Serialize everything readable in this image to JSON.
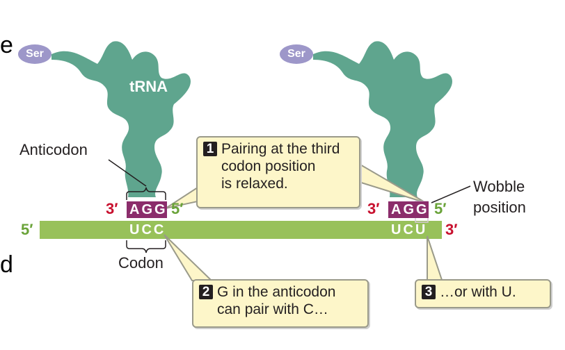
{
  "side_text": {
    "top": "e",
    "bottom": "d"
  },
  "trna_left": {
    "amino_acid": "Ser",
    "label": "tRNA",
    "anticodon": "AGG",
    "anticodon_3prime": "3′",
    "anticodon_5prime": "5′"
  },
  "trna_right": {
    "amino_acid": "Ser",
    "anticodon": "AGG",
    "anticodon_3prime": "3′",
    "anticodon_5prime": "5′"
  },
  "mrna": {
    "five_prime": "5′",
    "three_prime": "3′",
    "codon_left": "UCC",
    "codon_right": "UCU"
  },
  "labels": {
    "anticodon": "Anticodon",
    "codon": "Codon",
    "wobble_line1": "Wobble",
    "wobble_line2": "position"
  },
  "callouts": [
    {
      "number": "1",
      "lines": [
        "Pairing at the third",
        "codon position",
        "is relaxed."
      ]
    },
    {
      "number": "2",
      "lines": [
        "G in the anticodon",
        "can pair with C…"
      ]
    },
    {
      "number": "3",
      "lines": [
        "…or  with U."
      ]
    }
  ],
  "colors": {
    "trna": "#5fa58e",
    "mrna": "#98c15a",
    "anticodon_box": "#8b2d6b",
    "ser": "#9d97c9",
    "callout_bg": "#fdf6c9",
    "red_end": "#c8102e",
    "green_end": "#6aa339"
  }
}
